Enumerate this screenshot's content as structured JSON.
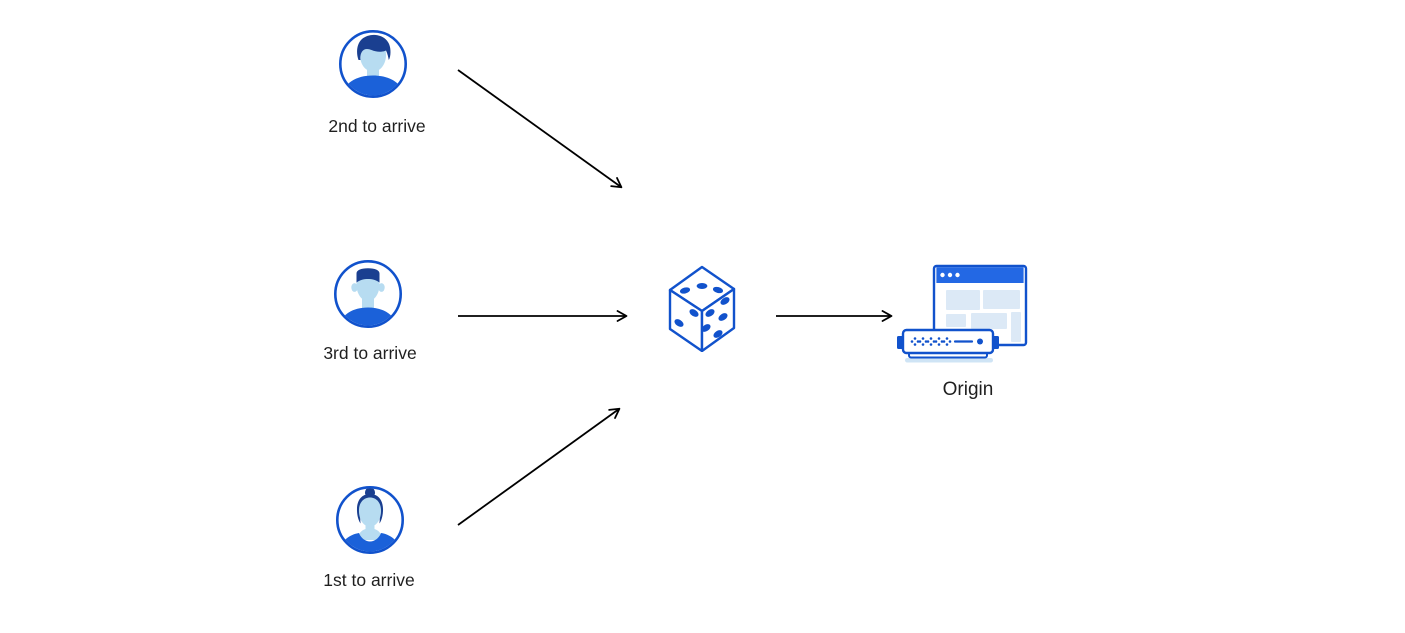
{
  "diagram_title": "clients-random-order-to-origin",
  "clients": [
    {
      "id": "client-2nd",
      "label": "2nd to arrive",
      "icon": "user-avatar-man-icon"
    },
    {
      "id": "client-3rd",
      "label": "3rd to arrive",
      "icon": "user-avatar-man-flattop-icon"
    },
    {
      "id": "client-1st",
      "label": "1st to arrive",
      "icon": "user-avatar-woman-icon"
    }
  ],
  "randomizer": {
    "id": "randomizer",
    "icon": "dice-icon"
  },
  "origin": {
    "id": "origin",
    "label": "Origin",
    "icon": "origin-server-icon"
  },
  "edges": [
    {
      "from": "client-2nd",
      "to": "randomizer"
    },
    {
      "from": "client-3rd",
      "to": "randomizer"
    },
    {
      "from": "client-1st",
      "to": "randomizer"
    },
    {
      "from": "randomizer",
      "to": "origin"
    }
  ],
  "colors": {
    "primary_blue": "#1152cc",
    "titlebar_blue": "#2368e4",
    "shirt_blue": "#1b61d9",
    "hair_navy": "#1a3f90",
    "skin_light_blue": "#b7dcf1",
    "panel_light_blue": "#dce9f6",
    "shadow_blue": "#cfe4f5",
    "arrow_black": "#000000",
    "text_black": "#1f1f1f",
    "background": "#ffffff"
  }
}
